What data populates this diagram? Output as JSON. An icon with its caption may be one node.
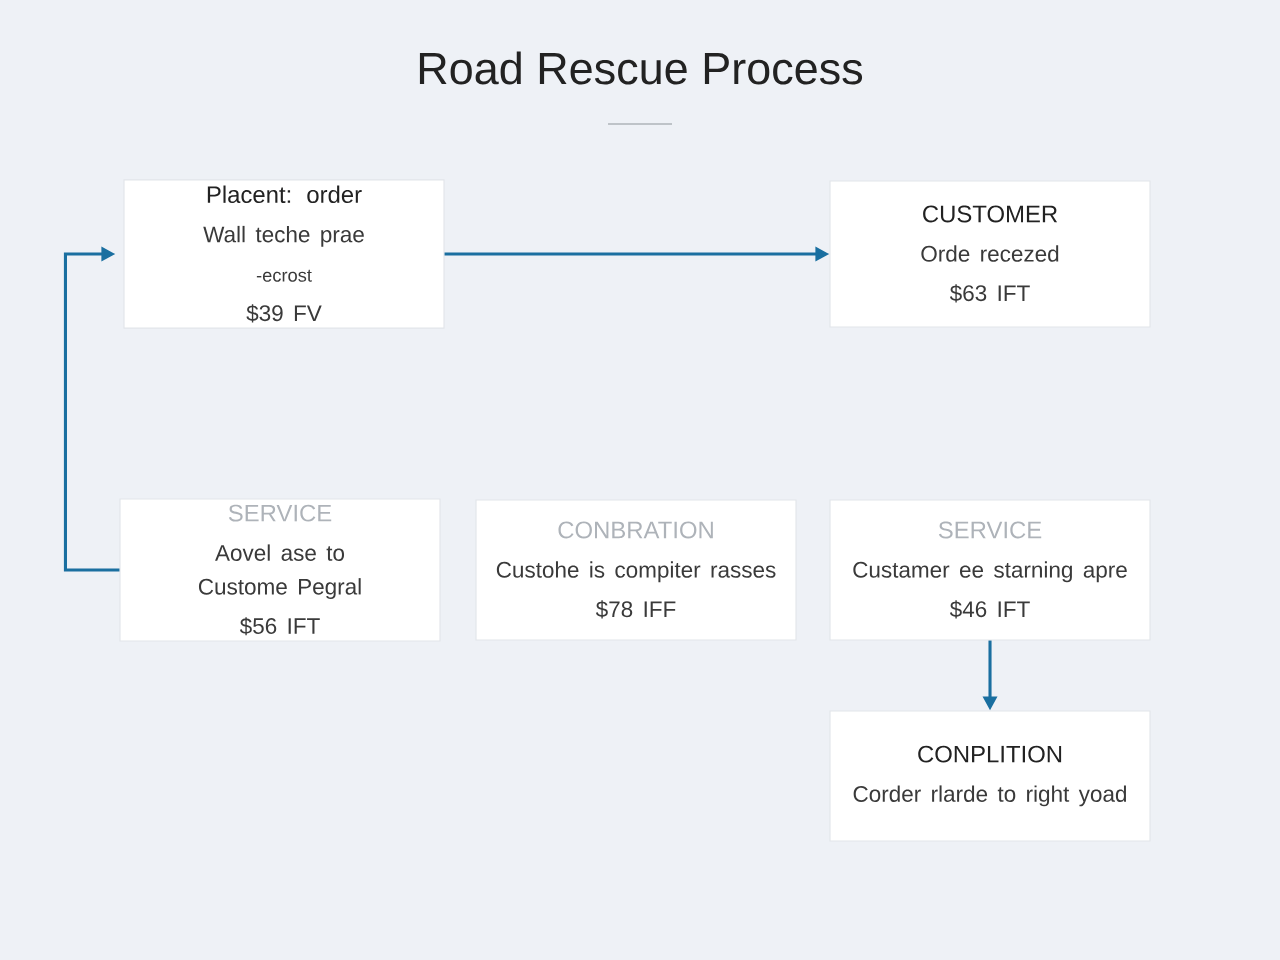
{
  "diagram": {
    "title": "Road Rescue Process",
    "nodes": [
      {
        "text": [
          "Placent: order",
          "Wall teche prae",
          "-ecrost",
          "$39 FV"
        ]
      },
      {
        "text": [
          "CUSTOMER",
          "Orde recezed",
          "$63 IFT"
        ]
      },
      {
        "text": [
          "SERVICE",
          "Aovel ase to Custome Pegral",
          "$56 IFT"
        ]
      },
      {
        "text": [
          "CONBRATION",
          "Custohe is compiter rasses",
          "$78 IFF"
        ]
      },
      {
        "text": [
          "SERVICE",
          "Custamer ee starning apre",
          "$46 IFT"
        ]
      },
      {
        "text": [
          "CONPLITION",
          "Corder rlarde to right yoad"
        ]
      }
    ],
    "edges": [
      {
        "from": 0,
        "to": 1,
        "arrow": "to"
      },
      {
        "from": 2,
        "to": 0,
        "arrow": "to"
      },
      {
        "from": 4,
        "to": 5,
        "arrow": "to"
      }
    ]
  }
}
